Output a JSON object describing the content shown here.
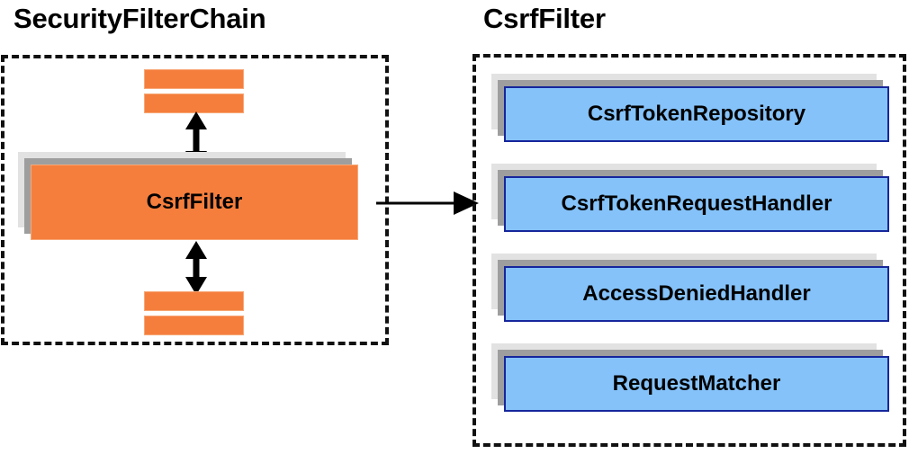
{
  "diagram": {
    "type": "architecture-block-diagram",
    "background_color": "#ffffff",
    "palette": {
      "orange_fill": "#f57e3d",
      "orange_border": "#f7a877",
      "blue_fill": "#85c2f9",
      "blue_border": "#16269c",
      "shadow_dark": "#9e9e9e",
      "shadow_light": "#e2e2e2",
      "outline": "#111111",
      "text": "#000000"
    }
  },
  "left_panel": {
    "title": "SecurityFilterChain",
    "filters_above": [
      "",
      ""
    ],
    "focus_node": {
      "label": "CsrfFilter"
    },
    "filters_below": [
      "",
      ""
    ],
    "arrows": {
      "above": "double-headed-vertical",
      "below": "double-headed-vertical"
    }
  },
  "connector": {
    "kind": "single-headed-horizontal",
    "from": "CsrfFilter",
    "to": "CsrfFilter collaborators"
  },
  "right_panel": {
    "title": "CsrfFilter",
    "collaborators": [
      {
        "label": "CsrfTokenRepository"
      },
      {
        "label": "CsrfTokenRequestHandler"
      },
      {
        "label": "AccessDeniedHandler"
      },
      {
        "label": "RequestMatcher"
      }
    ]
  }
}
